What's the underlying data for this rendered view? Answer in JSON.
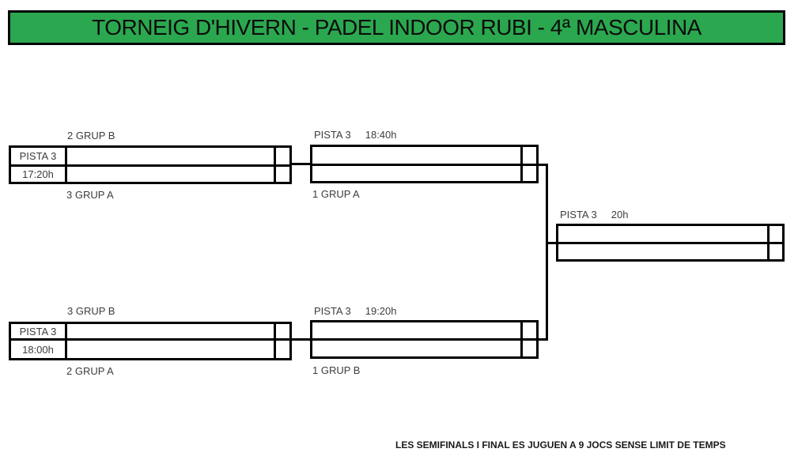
{
  "title": "TORNEIG D'HIVERN - PADEL INDOOR RUBI - 4ª MASCULINA",
  "footnote": "LES SEMIFINALS I FINAL ES JUGUEN A 9 JOCS SENSE LIMIT DE TEMPS",
  "colors": {
    "banner_green": "#2ba84f",
    "line_black": "#000000",
    "label_text": "#3d3d3d"
  },
  "bracket": {
    "round1_top": {
      "seed_top": "2 GRUP B",
      "seed_bottom": "3 GRUP A",
      "court": "PISTA 3",
      "time": "17:20h",
      "team_top": "",
      "team_bottom": "",
      "score_top": "",
      "score_bottom": ""
    },
    "round1_bottom": {
      "seed_top": "3 GRUP B",
      "seed_bottom": "2 GRUP A",
      "court": "PISTA 3",
      "time": "18:00h",
      "team_top": "",
      "team_bottom": "",
      "score_top": "",
      "score_bottom": ""
    },
    "semifinal_top": {
      "court": "PISTA 3",
      "time": "18:40h",
      "seed_bottom": "1 GRUP A",
      "team_top": "",
      "team_bottom": "",
      "score_top": "",
      "score_bottom": ""
    },
    "semifinal_bottom": {
      "court": "PISTA 3",
      "time": "19:20h",
      "seed_bottom": "1 GRUP B",
      "team_top": "",
      "team_bottom": "",
      "score_top": "",
      "score_bottom": ""
    },
    "final": {
      "court": "PISTA 3",
      "time": "20h",
      "team_top": "",
      "team_bottom": "",
      "score_top": "",
      "score_bottom": ""
    }
  }
}
